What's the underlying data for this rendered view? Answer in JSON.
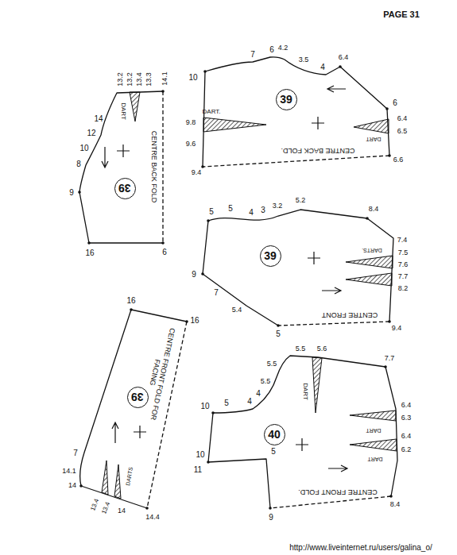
{
  "diagram": {
    "nodes": [
      {
        "text": [
          "39"
        ]
      },
      {
        "text": [
          "39"
        ]
      },
      {
        "text": [
          "39"
        ]
      },
      {
        "text": [
          "39"
        ]
      },
      {
        "text": [
          "40"
        ]
      }
    ],
    "labels": [
      "PAGE 31",
      "9",
      "8",
      "10",
      "12",
      "14",
      "13.2",
      "13.2",
      "13.4",
      "13.3",
      "14.1",
      "DART",
      "CENTRE BACK FOLD",
      "16",
      "6",
      "10",
      "7",
      "6",
      "4.2",
      "3.5",
      "4",
      "6.4",
      "6",
      "6.4",
      "6.5",
      "6.6",
      "9.4",
      "9.6",
      "9.8",
      "DART.",
      "DART",
      "CENTRE BACK FOLD.",
      "5",
      "5",
      "4",
      "3",
      "3.2",
      "5.2",
      "8.4",
      "7.4",
      "7.5",
      "7.6",
      "7.7",
      "8.2",
      "9.4",
      "CENTRE FRONT",
      "DARTS.",
      "5",
      "5.4",
      "7",
      "9",
      "16",
      "16",
      "CENTRE FRONT FOLD FOR FACING",
      "7",
      "14.1",
      "14",
      "13.4",
      "13.4",
      "14",
      "14.4",
      "DARTS",
      "10",
      "5",
      "4",
      "4",
      "5.5",
      "5.5",
      "5.5",
      "5.6",
      "DART",
      "7.7",
      "6.4",
      "DART",
      "6.3",
      "6.4",
      "DART",
      "6.2",
      "8.4",
      "CENTRE FRONT FOLD.",
      "9",
      "5",
      "11",
      "10",
      "http://www.liveinternet.ru/users/galina_o/"
    ]
  }
}
